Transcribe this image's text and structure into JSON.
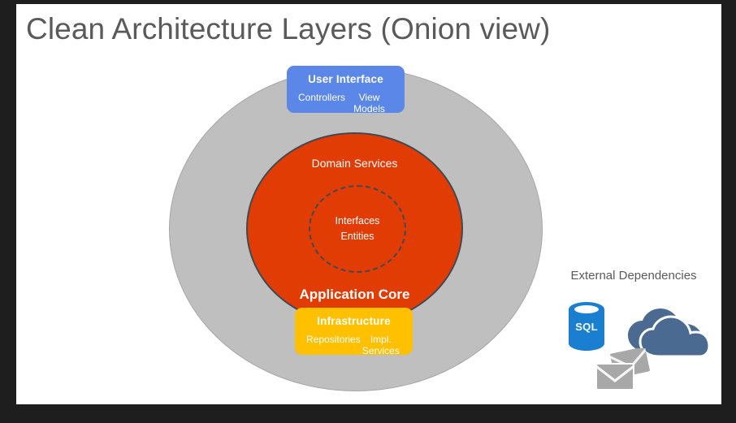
{
  "slide": {
    "title": "Clean Architecture Layers (Onion view)",
    "background": "#ffffff",
    "frame_color": "#1e1e1e"
  },
  "diagram": {
    "type": "onion",
    "outer_ring": {
      "name": "outer-ring",
      "color": "#bfbfbf",
      "border_color": "#a6a6a6"
    },
    "core": {
      "label_top": "Domain Services",
      "label_bottom": "Application Core",
      "color": "#e03c04",
      "border_color": "#3f4a52",
      "inner_dashed": {
        "line1": "Interfaces",
        "line2": "Entities",
        "border_color": "#3f4a52",
        "style": "dashed"
      }
    },
    "cards": [
      {
        "id": "user-interface",
        "title": "User Interface",
        "left_item": "Controllers",
        "right_item": "View Models",
        "color": "#5b87e8"
      },
      {
        "id": "infrastructure",
        "title": "Infrastructure",
        "left_item": "Repositories",
        "right_item": "Impl. Services",
        "color": "#ffc000"
      }
    ]
  },
  "external": {
    "title": "External Dependencies",
    "icons": [
      {
        "name": "sql-database-icon",
        "label": "SQL",
        "color": "#1b7fd1"
      },
      {
        "name": "cloud-icon",
        "label": "",
        "color": "#4a6a92"
      },
      {
        "name": "email-icon",
        "label": "",
        "color": "#a8a8a8"
      }
    ]
  }
}
